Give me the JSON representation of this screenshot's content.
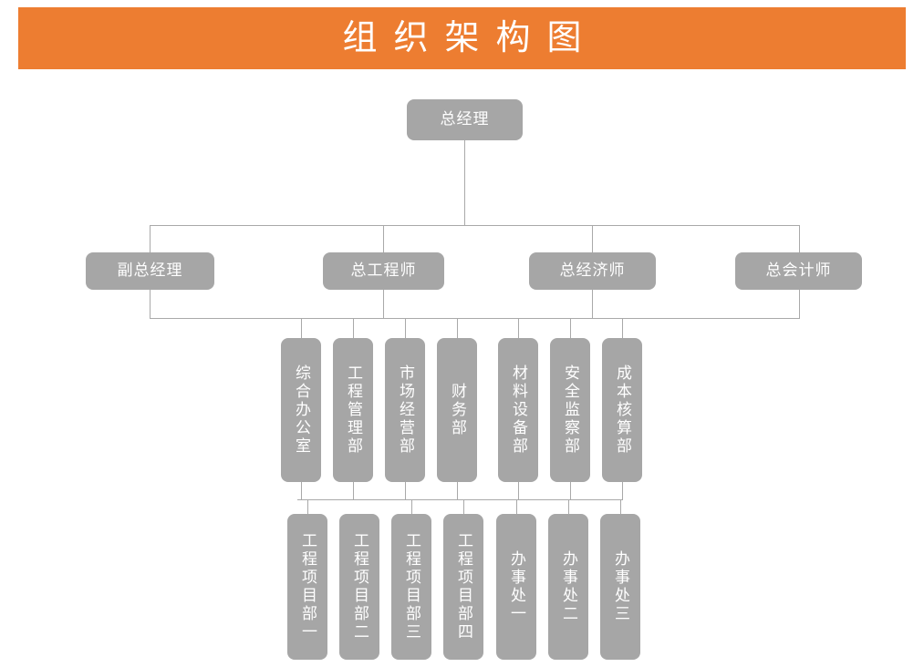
{
  "page": {
    "title": "组织架构图",
    "banner_color": "#ED7D31",
    "node_color": "#a6a6a6",
    "line_color": "#a9a9a9",
    "text_color": "#ffffff"
  },
  "chart_data": {
    "type": "diagram",
    "diagram_type": "organization-chart",
    "title": "组织架构图",
    "orientation": "top-down",
    "levels": [
      {
        "level": 1,
        "nodes": [
          {
            "id": "gm",
            "label": "总经理",
            "orientation": "horizontal"
          }
        ]
      },
      {
        "level": 2,
        "nodes": [
          {
            "id": "deputy-gm",
            "label": "副总经理",
            "orientation": "horizontal",
            "parent": "gm"
          },
          {
            "id": "chief-engineer",
            "label": "总工程师",
            "orientation": "horizontal",
            "parent": "gm"
          },
          {
            "id": "chief-economist",
            "label": "总经济师",
            "orientation": "horizontal",
            "parent": "gm"
          },
          {
            "id": "chief-accountant",
            "label": "总会计师",
            "orientation": "horizontal",
            "parent": "gm"
          }
        ]
      },
      {
        "level": 3,
        "nodes": [
          {
            "id": "general-office",
            "label": "综合办公室",
            "orientation": "vertical"
          },
          {
            "id": "eng-mgmt-dept",
            "label": "工程管理部",
            "orientation": "vertical"
          },
          {
            "id": "market-ops-dept",
            "label": "市场经营部",
            "orientation": "vertical"
          },
          {
            "id": "finance-dept",
            "label": "财务部",
            "orientation": "vertical"
          },
          {
            "id": "material-equip-dept",
            "label": "材料设备部",
            "orientation": "vertical"
          },
          {
            "id": "safety-supervision-dept",
            "label": "安全监察部",
            "orientation": "vertical"
          },
          {
            "id": "cost-accounting-dept",
            "label": "成本核算部",
            "orientation": "vertical"
          }
        ]
      },
      {
        "level": 4,
        "nodes": [
          {
            "id": "project-dept-1",
            "label": "工程项目部一",
            "orientation": "vertical"
          },
          {
            "id": "project-dept-2",
            "label": "工程项目部二",
            "orientation": "vertical"
          },
          {
            "id": "project-dept-3",
            "label": "工程项目部三",
            "orientation": "vertical"
          },
          {
            "id": "project-dept-4",
            "label": "工程项目部四",
            "orientation": "vertical"
          },
          {
            "id": "branch-office-1",
            "label": "办事处一",
            "orientation": "vertical"
          },
          {
            "id": "branch-office-2",
            "label": "办事处二",
            "orientation": "vertical"
          },
          {
            "id": "branch-office-3",
            "label": "办事处三",
            "orientation": "vertical"
          }
        ]
      }
    ]
  },
  "nodes": {
    "gm": "总经理",
    "deputy_gm": "副总经理",
    "chief_engineer": "总工程师",
    "chief_economist": "总经济师",
    "chief_accountant": "总会计师",
    "general_office": "综合办公室",
    "eng_mgmt_dept": "工程管理部",
    "market_ops_dept": "市场经营部",
    "finance_dept": "财务部",
    "material_equip_dept": "材料设备部",
    "safety_supervision_dept": "安全监察部",
    "cost_accounting_dept": "成本核算部",
    "project_dept_1": "工程项目部一",
    "project_dept_2": "工程项目部二",
    "project_dept_3": "工程项目部三",
    "project_dept_4": "工程项目部四",
    "branch_office_1": "办事处一",
    "branch_office_2": "办事处二",
    "branch_office_3": "办事处三"
  }
}
